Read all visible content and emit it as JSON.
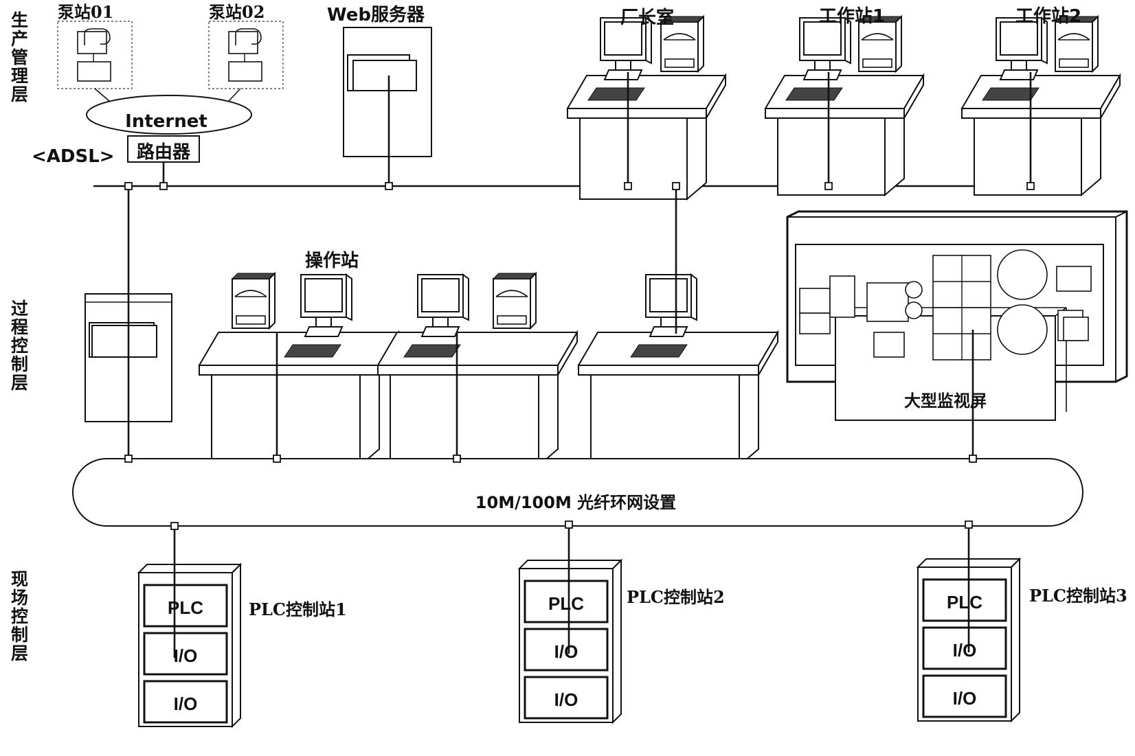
{
  "layers": {
    "production": "生产管理层",
    "process": "过程控制层",
    "field": "现场控制层"
  },
  "top": {
    "pump1": "泵站01",
    "pump2": "泵站02",
    "internet": "Internet",
    "adsl": "<ADSL>",
    "router": "路由器",
    "web_server": "Web服务器",
    "director": "厂长室",
    "workstation1": "工作站1",
    "workstation2": "工作站2"
  },
  "middle": {
    "operator_station": "操作站",
    "big_screen": "大型监视屏"
  },
  "ring": {
    "label": "10M/100M  光纤环网设置"
  },
  "field": {
    "plc1": "PLC控制站1",
    "plc2": "PLC控制站2",
    "plc3": "PLC控制站3",
    "plc_cell": "PLC",
    "io_cell": "I/O"
  }
}
